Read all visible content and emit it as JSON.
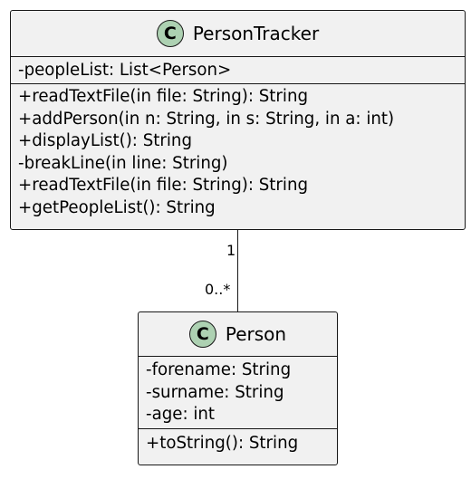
{
  "classes": [
    {
      "stereotype_letter": "C",
      "name": "PersonTracker",
      "attributes": [
        "-peopleList: List<Person>"
      ],
      "operations": [
        "+readTextFile(in file: String): String",
        "+addPerson(in n: String, in s: String, in a: int)",
        "+displayList(): String",
        "-breakLine(in line: String)",
        "+readTextFile(in file: String): String",
        "+getPeopleList(): String"
      ]
    },
    {
      "stereotype_letter": "C",
      "name": "Person",
      "attributes": [
        "-forename: String",
        "-surname: String",
        "-age: int"
      ],
      "operations": [
        "+toString(): String"
      ]
    }
  ],
  "association": {
    "source_multiplicity": "1",
    "target_multiplicity": "0..*"
  },
  "colors": {
    "class_fill": "#f1f1f1",
    "border": "#181818",
    "stereotype_circle": "#add1b2"
  }
}
